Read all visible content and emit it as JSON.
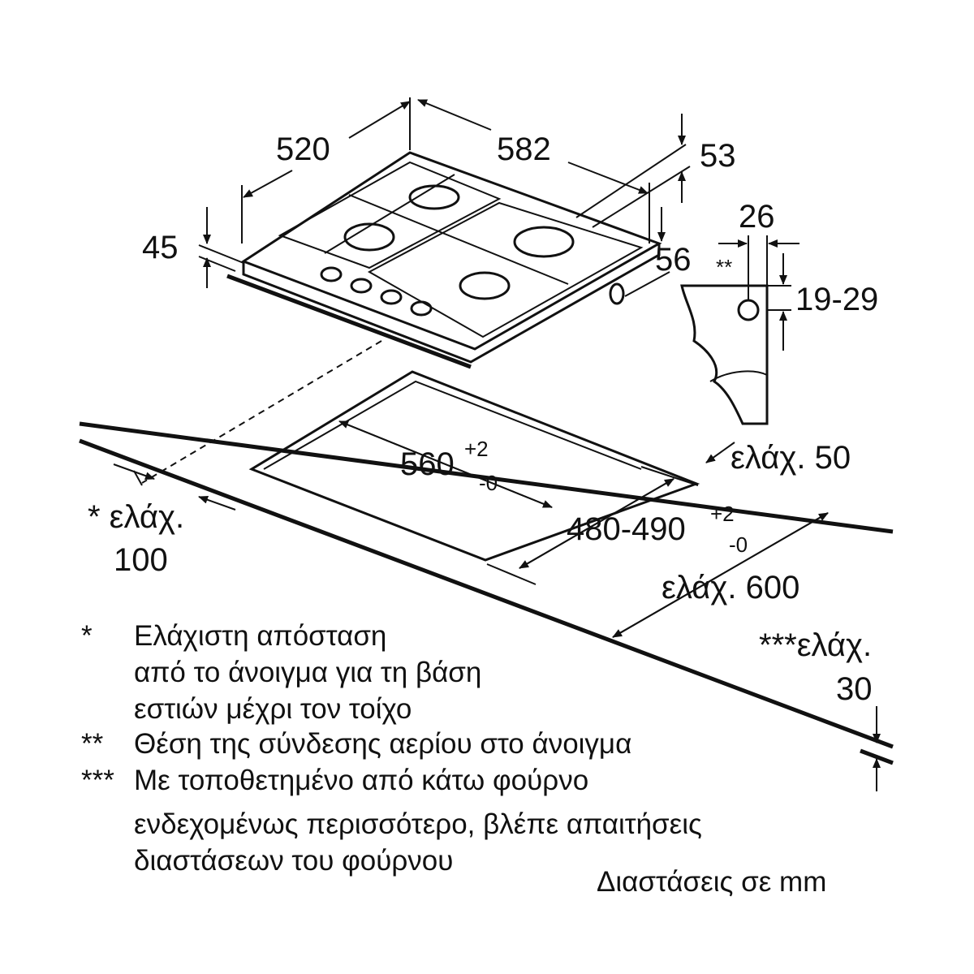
{
  "dimensions": {
    "width_hob": "520",
    "depth_hob": "582",
    "d53": "53",
    "height_45": "45",
    "d26": "26",
    "double_star": "**",
    "d56": "56",
    "gas_range": "19-29",
    "cutout_width": "560",
    "cutout_width_tol_plus": "+2",
    "cutout_width_tol_minus": "-0",
    "min_50": "ελάχ. 50",
    "min_100_label": "* ελάχ.",
    "min_100_value": "100",
    "cutout_depth": "480-490",
    "cutout_depth_tol_plus": "+2",
    "cutout_depth_tol_minus": "-0",
    "min_600": "ελάχ. 600",
    "min_30_label": "***ελάχ.",
    "min_30_value": "30"
  },
  "notes": [
    {
      "marker": "*",
      "lines": [
        "Ελάχιστη απόσταση",
        "από το άνοιγμα για τη βάση",
        "εστιών μέχρι τον τοίχο"
      ]
    },
    {
      "marker": "**",
      "lines": [
        "Θέση της σύνδεσης αερίου στο άνοιγμα"
      ]
    },
    {
      "marker": "***",
      "lines": [
        "Με τοποθετημένο από κάτω φούρνο",
        "ενδεχομένως περισσότερο, βλέπε απαιτήσεις",
        "διαστάσεων του φούρνου"
      ]
    }
  ],
  "units_caption": "Διαστάσεις σε mm"
}
